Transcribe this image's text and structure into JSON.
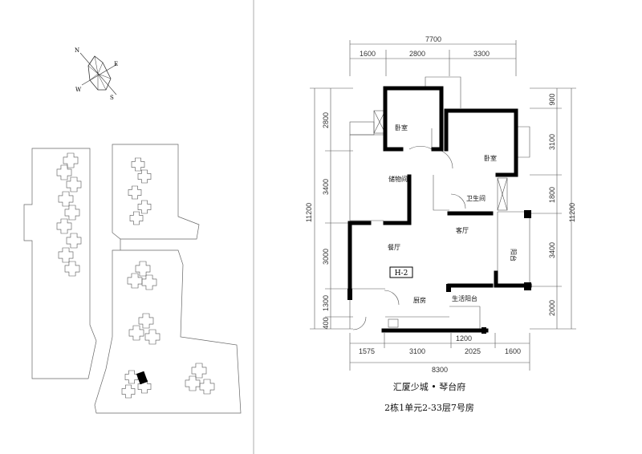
{
  "compass": {
    "labels": [
      "N",
      "E",
      "S",
      "W"
    ]
  },
  "plan": {
    "dims_top_total": "7700",
    "dims_top": [
      "1600",
      "2800",
      "3300"
    ],
    "dims_bottom_total": "8300",
    "dims_bottom": [
      "1575",
      "3100",
      "2025",
      "1600"
    ],
    "dim_bottom_inner": "1200",
    "dims_left_total": "11200",
    "dims_left": [
      "2800",
      "3400",
      "3000",
      "1300",
      "400"
    ],
    "dims_right_total": "11200",
    "dims_right": [
      "900",
      "3100",
      "1800",
      "3400",
      "2000"
    ],
    "rooms": {
      "bedroom_a": "卧室",
      "bedroom_b": "卧室",
      "storage": "储物间",
      "bathroom": "卫生间",
      "living": "餐厅",
      "dining": "客厅",
      "balcony": "阳台",
      "kitchen": "厨房",
      "laundry": "生活阳台"
    },
    "unit_tag": "H-2"
  },
  "caption": {
    "project": "汇厦少城 • 琴台府",
    "unit": "2栋1单元2-33层7号房"
  }
}
